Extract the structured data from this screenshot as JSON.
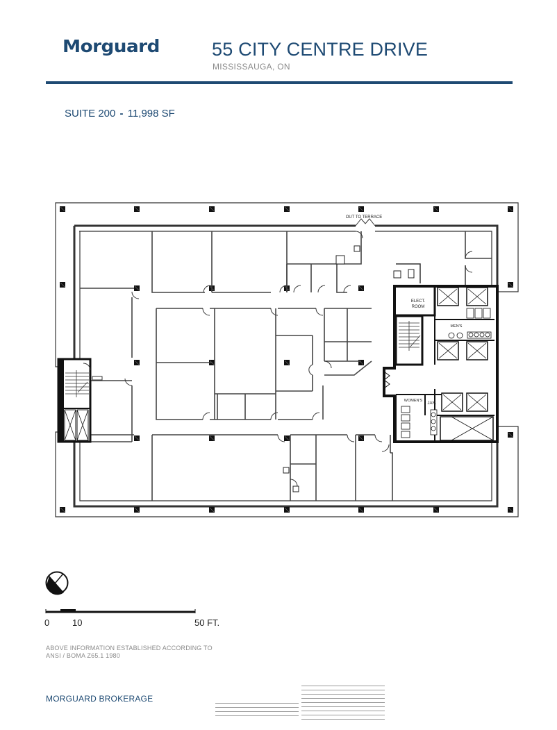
{
  "header": {
    "logo_text": "Morguard",
    "title": "55 CITY CENTRE DRIVE",
    "subtitle": "MISSISSAUGA, ON"
  },
  "suite": {
    "name": "SUITE 200",
    "separator": "-",
    "area": "11,998 SF"
  },
  "floor_plan": {
    "labels": {
      "terrace": "OUT TO TERRACE",
      "elect_room_line1": "ELECT.",
      "elect_room_line2": "ROOM",
      "mens": "MEN'S",
      "womens": "WOMEN'S",
      "jan": "JAN."
    }
  },
  "scale_bar": {
    "tick_0": "0",
    "tick_10": "10",
    "tick_50": "50 FT."
  },
  "north_arrow": "north-arrow-icon",
  "note": {
    "line1": "ABOVE INFORMATION ESTABLISHED ACCORDING TO",
    "line2": "ANSI / BOMA Z65.1 1980"
  },
  "footer": {
    "brand": "MORGUARD BROKERAGE"
  },
  "colors": {
    "brand": "#1e4a73",
    "subtitle_gray": "#8a8a8a",
    "wall": "#222222"
  }
}
